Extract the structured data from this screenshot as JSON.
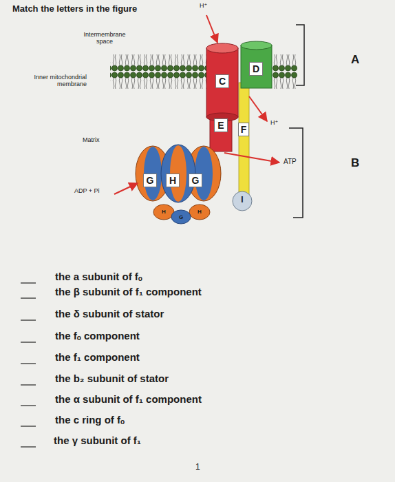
{
  "diagram": {
    "title": "Match the letters in the figure",
    "nodes": [
      {
        "text": [
          "C"
        ]
      },
      {
        "text": [
          "D"
        ]
      },
      {
        "text": [
          "E"
        ]
      },
      {
        "text": [
          "F"
        ]
      },
      {
        "text": [
          "G"
        ]
      },
      {
        "text": [
          "H"
        ]
      },
      {
        "text": [
          "G"
        ]
      },
      {
        "text": [
          "H"
        ]
      },
      {
        "text": [
          "G"
        ]
      },
      {
        "text": [
          "H"
        ]
      },
      {
        "text": [
          "I"
        ]
      }
    ],
    "labels": [
      "H⁺",
      "Intermembrane space",
      "A",
      "Inner mitochondrial membrane",
      "H⁺",
      "Matrix",
      "ATP",
      "B",
      "ADP + Pi",
      "the a subunit of fₒ",
      "the β subunit of f₁ component",
      "the δ subunit of stator",
      "the fₒ component",
      "the f₁ component",
      "the b₂ subunit of stator",
      "the α subunit of f₁ component",
      "the c ring of fₒ",
      "the γ subunit of f₁",
      "1"
    ]
  }
}
